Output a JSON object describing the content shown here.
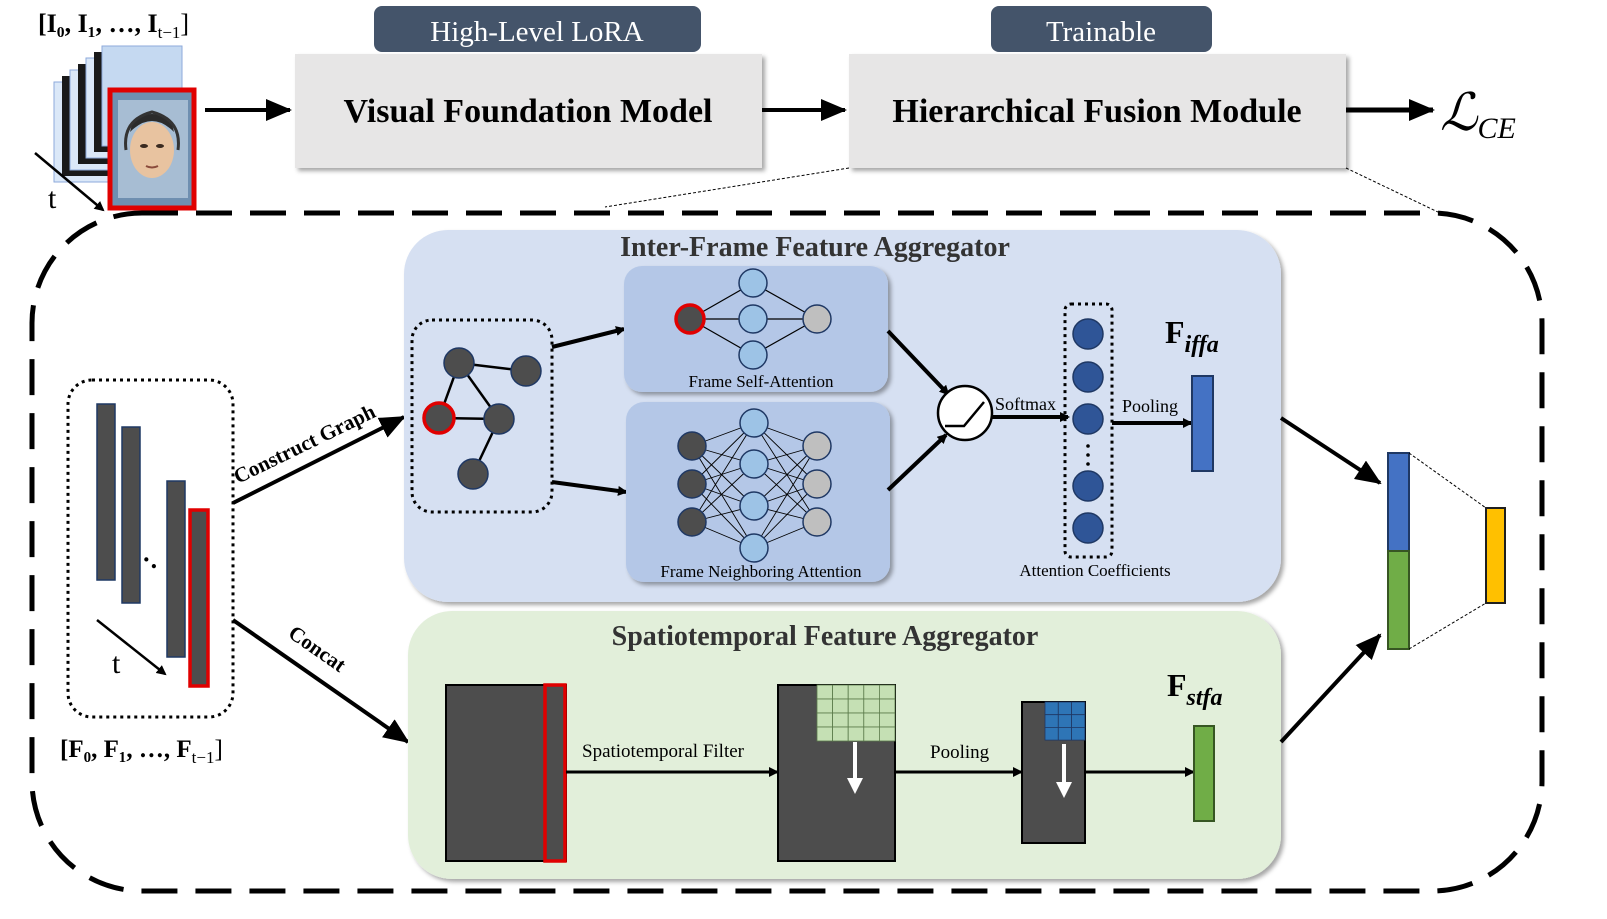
{
  "input": {
    "frames_label_main": "[I",
    "frames_label": "[I₀, I₁, …, I",
    "frames_label_sub": "t−1",
    "frames_label_end": "]",
    "time_axis": "t"
  },
  "badges": {
    "lora": "High-Level LoRA",
    "trainable": "Trainable"
  },
  "modules": {
    "vfm": "Visual Foundation Model",
    "hfm": "Hierarchical Fusion Module",
    "loss_main": "ℒ",
    "loss_sub": "CE"
  },
  "features": {
    "label": "[F₀, F₁, …, F",
    "label_sub": "t−1",
    "label_end": "]",
    "time_axis": "t",
    "dots": "·."
  },
  "edges": {
    "construct_graph": "Construct Graph",
    "concat": "Concat"
  },
  "iffa": {
    "title": "Inter-Frame Feature Aggregator",
    "self_attention": "Frame Self-Attention",
    "neighbor_attention": "Frame Neighboring Attention",
    "softmax": "Softmax",
    "pooling": "Pooling",
    "coefficients": "Attention Coefficients",
    "coef_dots": "·\n·\n·",
    "output_main": "F",
    "output_sub": "iffa"
  },
  "stfa": {
    "title": "Spatiotemporal Feature Aggregator",
    "filter": "Spatiotemporal Filter",
    "pooling": "Pooling",
    "output_main": "F",
    "output_sub": "stfa"
  },
  "colors": {
    "iffa_panel": "#d6e0f2",
    "stfa_panel": "#e2efda",
    "inner_panel": "#b4c7e7",
    "badge": "#44546a",
    "module_box": "#e7e6e6",
    "dark_node": "#4d4d4d",
    "light_node": "#9dc3e6",
    "grey_node": "#bfbfbf",
    "coef_node": "#2f5597",
    "iffa_feature": "#4472c4",
    "stfa_feature": "#70ad47",
    "fused_feature": "#ffc000",
    "highlight": "#e00000",
    "green_grid": "#c5e0b4",
    "blue_grid": "#2e75b6"
  }
}
